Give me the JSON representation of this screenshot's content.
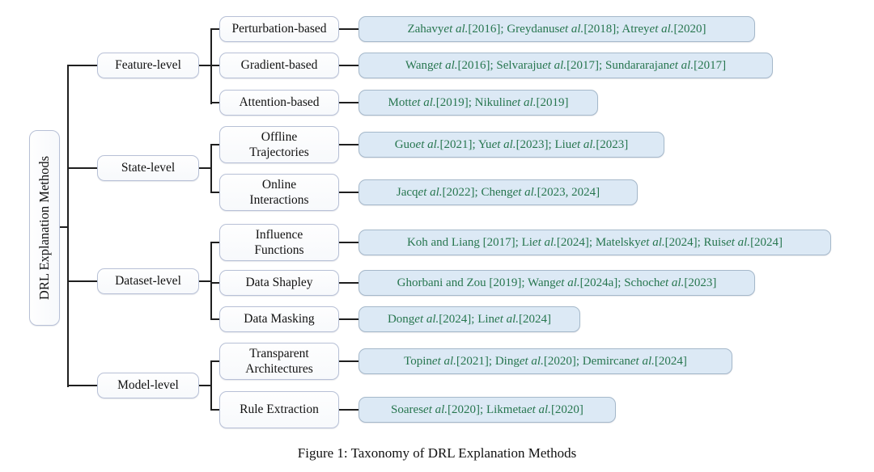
{
  "caption": "Figure 1: Taxonomy of DRL Explanation Methods",
  "colors": {
    "citation_text": "#27764f",
    "citation_box_fill": "#dce9f5",
    "citation_box_border": "#a5b8ca",
    "node_box_border": "#b7c0d6",
    "node_box_fill": "#fbfcfe",
    "connector_line": "#1f1f1f",
    "background": "#ffffff"
  },
  "tree": {
    "root": {
      "label": "DRL Explanation Methods"
    },
    "groups": [
      {
        "label": "Feature-level",
        "children": [
          {
            "label": "Perturbation-based",
            "citations": "Zahavy et al. [2016]; Greydanus et al. [2018]; Atrey et al. [2020]"
          },
          {
            "label": "Gradient-based",
            "citations": "Wang et al. [2016]; Selvaraju et al. [2017]; Sundararajan et al. [2017]"
          },
          {
            "label": "Attention-based",
            "citations": "Mott et al. [2019]; Nikulin et al. [2019]"
          }
        ]
      },
      {
        "label": "State-level",
        "children": [
          {
            "label": "Offline Trajectories",
            "citations": "Guo et al. [2021]; Yu et al. [2023]; Liu et al. [2023]"
          },
          {
            "label": "Online Interactions",
            "citations": "Jacq et al. [2022]; Cheng et al. [2023, 2024]"
          }
        ]
      },
      {
        "label": "Dataset-level",
        "children": [
          {
            "label": "Influence Functions",
            "citations": "Koh and Liang [2017]; Li et al. [2024]; Matelsky et al. [2024]; Ruis et al. [2024]"
          },
          {
            "label": "Data Shapley",
            "citations": "Ghorbani and Zou [2019]; Wang et al. [2024a]; Schoch et al. [2023]"
          },
          {
            "label": "Data Masking",
            "citations": "Dong et al. [2024]; Lin et al. [2024]"
          }
        ]
      },
      {
        "label": "Model-level",
        "children": [
          {
            "label": "Transparent Architectures",
            "citations": "Topin et al. [2021]; Ding et al. [2020]; Demircan et al. [2024]"
          },
          {
            "label": "Rule Extraction",
            "citations": "Soares et al. [2020]; Likmeta et al. [2020]"
          }
        ]
      }
    ]
  }
}
